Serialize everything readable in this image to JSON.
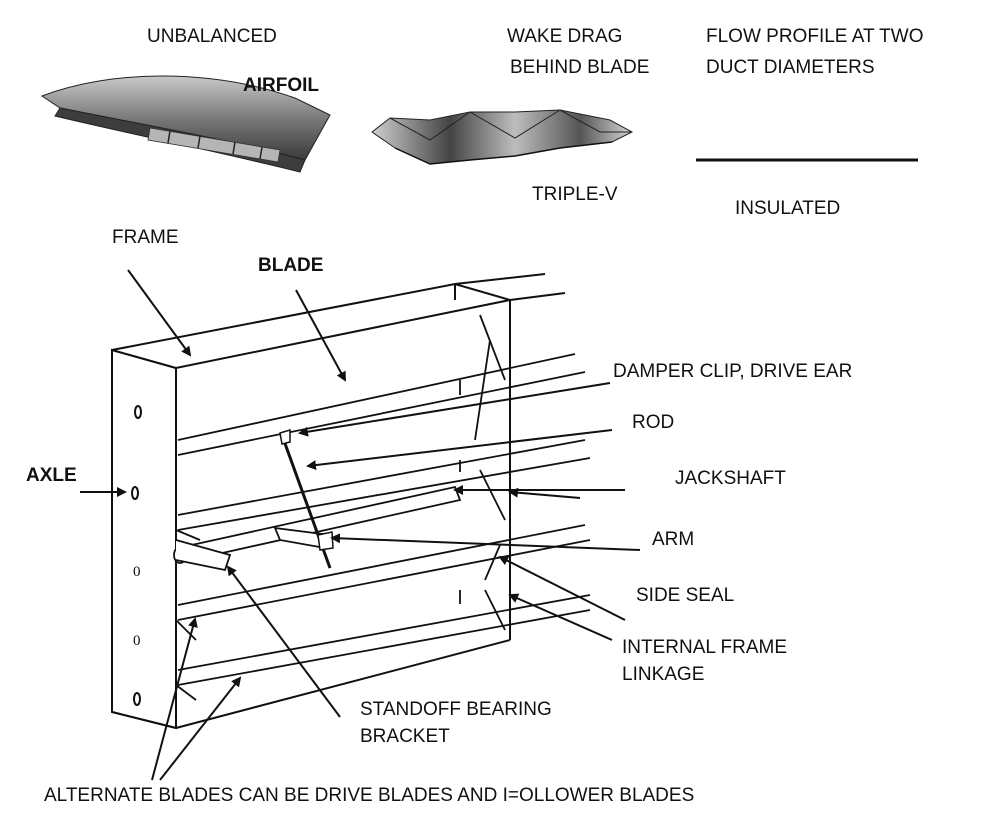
{
  "labels": {
    "unbalanced": "UNBALANCED",
    "airfoil": "AIRFOIL",
    "wake_drag_line1": "WAKE DRAG",
    "wake_drag_line2": "BEHIND BLADE",
    "flow_profile_line1": "FLOW PROFILE AT TWO",
    "flow_profile_line2": "DUCT DIAMETERS",
    "triple_v": "TRIPLE-V",
    "insulated": "INSULATED",
    "frame": "FRAME",
    "blade": "BLADE",
    "damper_clip": "DAMPER CLIP, DRIVE EAR",
    "rod": "ROD",
    "jackshaft": "JACKSHAFT",
    "axle": "AXLE",
    "arm": "ARM",
    "side_seal": "SIDE SEAL",
    "internal_frame_line1": "INTERNAL FRAME",
    "internal_frame_line2": "LINKAGE",
    "standoff_line1": "STANDOFF BEARING",
    "standoff_line2": "BRACKET",
    "alternate_blades": "ALTERNATE BLADES CAN BE  DRIVE BLADES AND I=OLLOWER BLADES"
  },
  "colors": {
    "ink": "#111111",
    "blade_dark": "#555555",
    "blade_mid": "#8a8a8a",
    "blade_light": "#c9c9c9"
  }
}
